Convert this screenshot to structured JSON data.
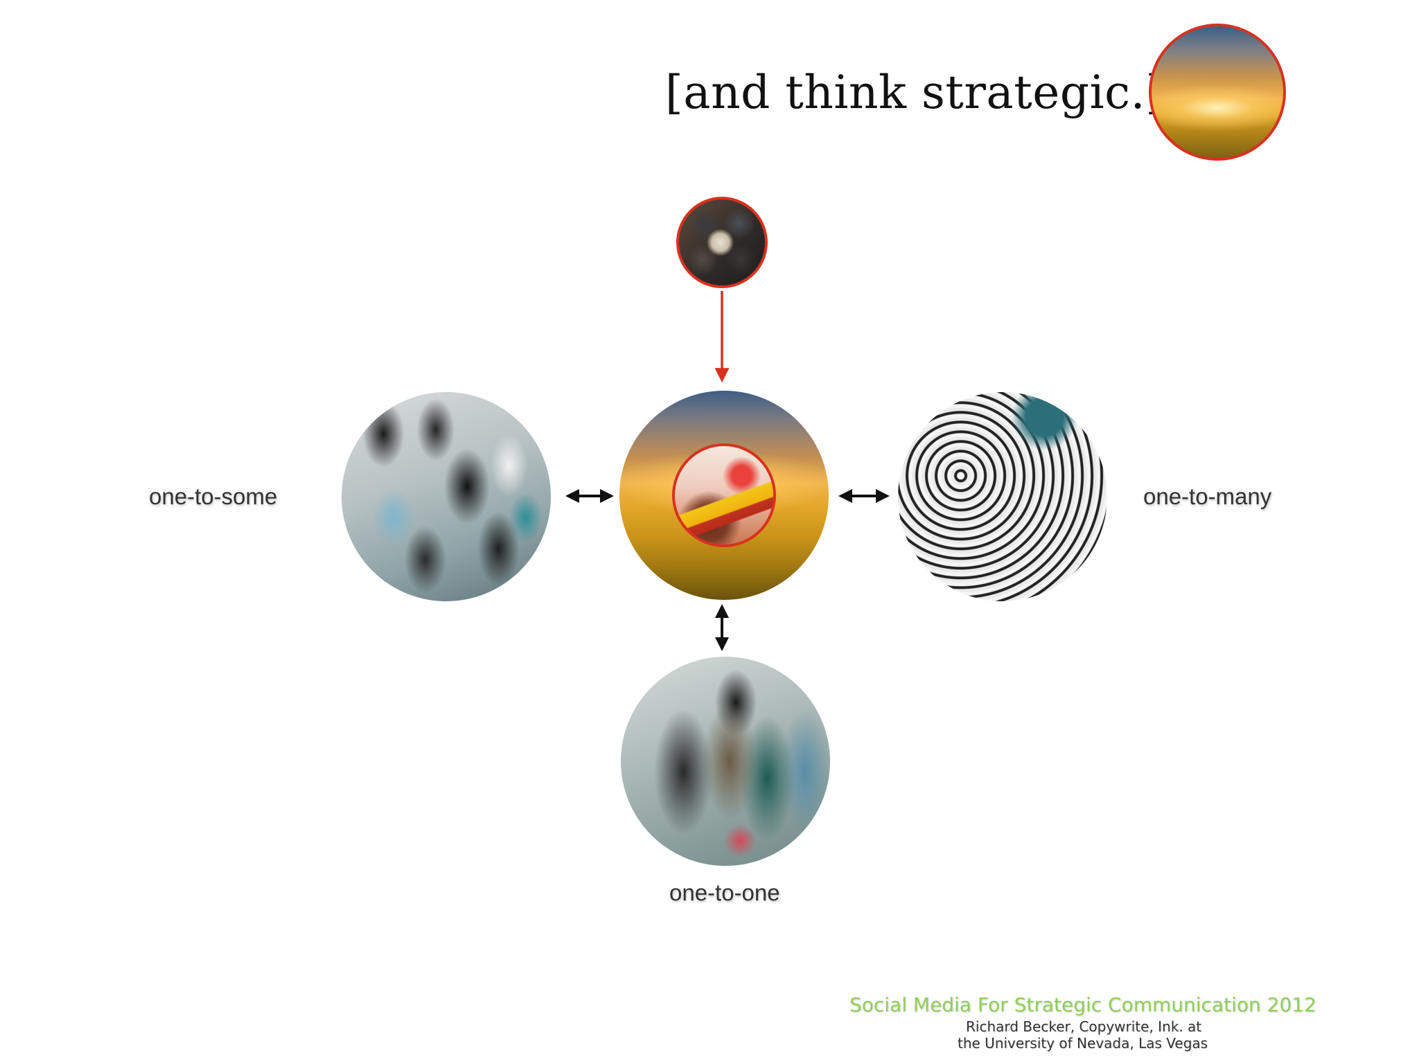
{
  "slide": {
    "title": "[and think strategic.]"
  },
  "diagram": {
    "nodes": [
      {
        "id": "sunset-top",
        "description": "sunset-over-sunflowers-photo"
      },
      {
        "id": "meeting",
        "description": "meeting-from-above-photo"
      },
      {
        "id": "center",
        "description": "sunflower-field-with-mm-photo"
      },
      {
        "id": "some",
        "label": "one-to-some"
      },
      {
        "id": "many",
        "label": "one-to-many"
      },
      {
        "id": "one",
        "label": "one-to-one"
      }
    ],
    "labels": {
      "one_to_some": "one-to-some",
      "one_to_many": "one-to-many",
      "one_to_one": "one-to-one"
    },
    "edges": [
      {
        "from": "meeting",
        "to": "center",
        "style": "one-way",
        "color": "#d8321f"
      },
      {
        "from": "center",
        "to": "some",
        "style": "two-way",
        "color": "#111111"
      },
      {
        "from": "center",
        "to": "many",
        "style": "two-way",
        "color": "#111111"
      },
      {
        "from": "center",
        "to": "one",
        "style": "two-way",
        "color": "#111111"
      }
    ],
    "colors": {
      "accent_border": "#d8321f",
      "arrow": "#111111",
      "footer_green": "#8fcf5a"
    }
  },
  "footer": {
    "title": "Social Media For Strategic Communication 2012",
    "line1": "Richard Becker, Copywrite, Ink. at",
    "line2": "the University of Nevada, Las Vegas"
  }
}
